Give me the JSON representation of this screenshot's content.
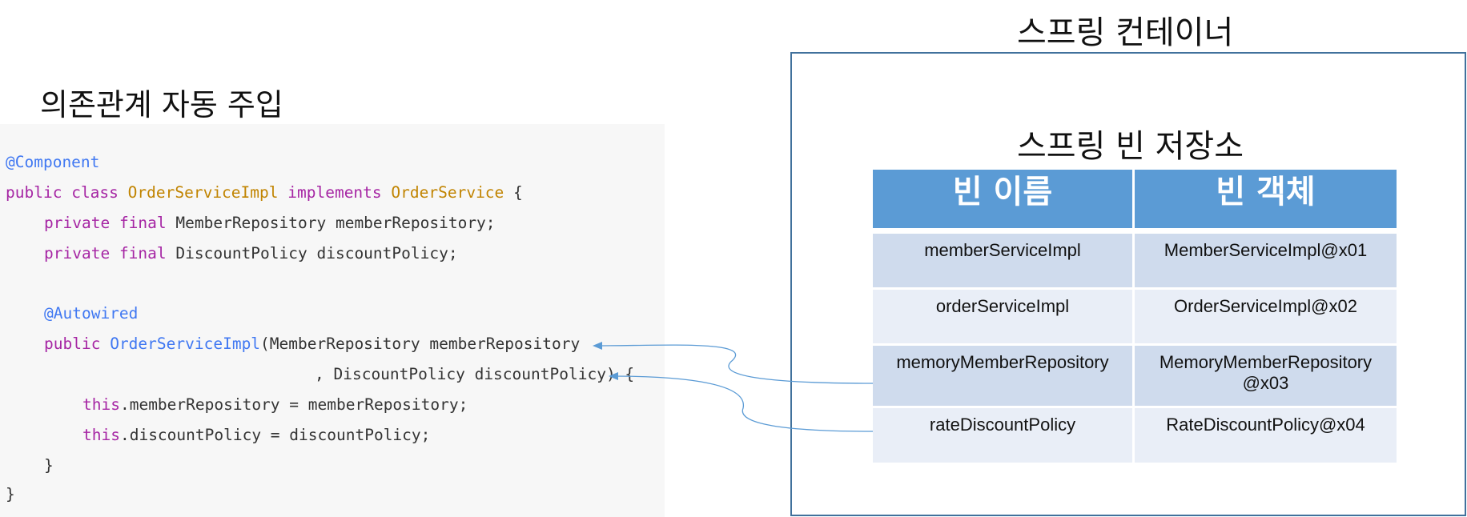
{
  "left_title": "의존관계 자동 주입",
  "container_title": "스프링 컨테이너",
  "repository_title": "스프링 빈 저장소",
  "code": {
    "line1": "@Component",
    "line2_kw1": "public",
    "line2_kw2": "class",
    "line2_cls": "OrderServiceImpl",
    "line2_kw3": "implements",
    "line2_iface": "OrderService",
    "line2_end": " {",
    "line3_kw1": "private",
    "line3_kw2": "final",
    "line3_rest": " MemberRepository memberRepository;",
    "line4_kw1": "private",
    "line4_kw2": "final",
    "line4_rest": " DiscountPolicy discountPolicy;",
    "line6": "@Autowired",
    "line7_kw": "public",
    "line7_fn": "OrderServiceImpl",
    "line7_rest": "(MemberRepository memberRepository",
    "line8": ", DiscountPolicy discountPolicy) {",
    "line9_this": "this",
    "line9_rest": ".memberRepository = memberRepository;",
    "line10_this": "this",
    "line10_rest": ".discountPolicy = discountPolicy;",
    "line11": "}",
    "line12": "}"
  },
  "table": {
    "headers": [
      "빈 이름",
      "빈 객체"
    ],
    "rows": [
      {
        "name": "memberServiceImpl",
        "object": "MemberServiceImpl@x01"
      },
      {
        "name": "orderServiceImpl",
        "object": "OrderServiceImpl@x02"
      },
      {
        "name": "memoryMemberRepository",
        "object_line1": "MemoryMemberRepository",
        "object_line2": "@x03"
      },
      {
        "name": "rateDiscountPolicy",
        "object": "RateDiscountPolicy@x04"
      }
    ]
  },
  "colors": {
    "header_bg": "#5b9bd5",
    "row_dark": "#cfdbed",
    "row_light": "#e9eef7",
    "container_border": "#41719c",
    "arrow": "#5b9bd5"
  }
}
